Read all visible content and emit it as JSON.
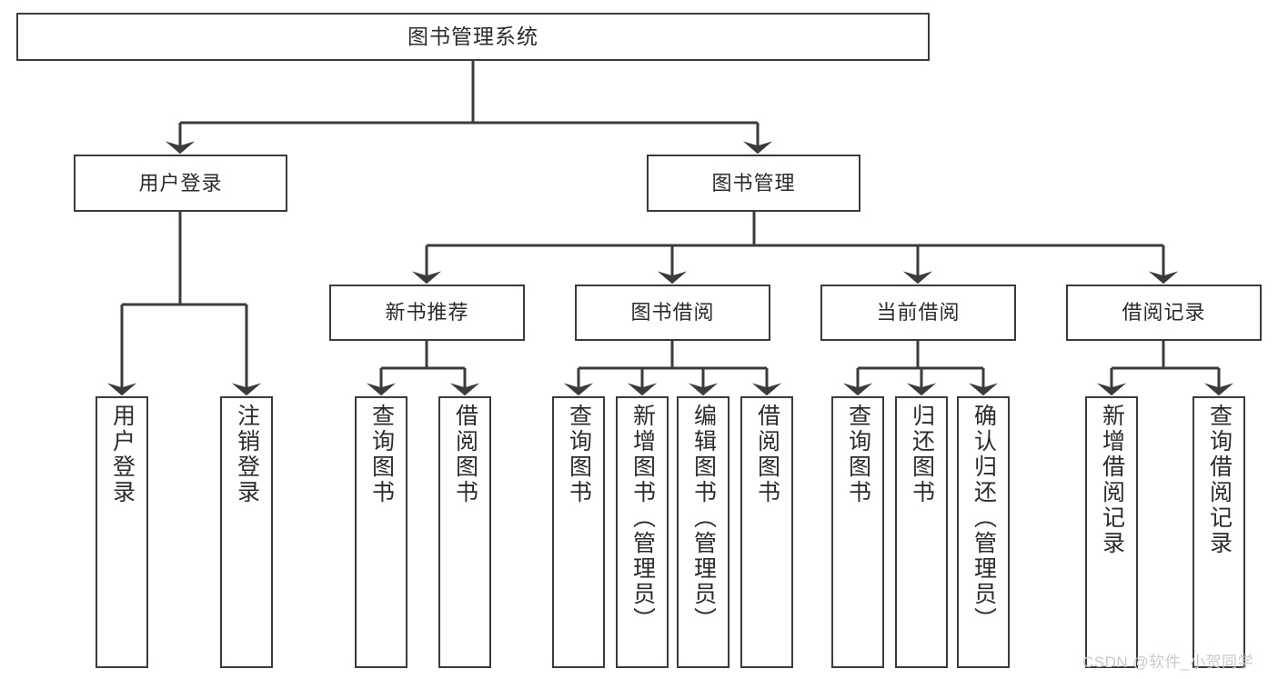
{
  "diagram": {
    "type": "tree-hierarchy",
    "title": "图书管理系统",
    "orientation": "top-down",
    "colors": {
      "node_border": "#3b3b3b",
      "node_fill": "#ffffff",
      "edge": "#3b3b3b",
      "text": "#2b2b2b",
      "watermark": "#c9c9c9",
      "background": "#ffffff"
    },
    "nodes": {
      "root": {
        "label": "图书管理系统"
      },
      "level2": [
        {
          "id": "user-login",
          "label": "用户登录"
        },
        {
          "id": "book-manage",
          "label": "图书管理"
        }
      ],
      "level3": [
        {
          "id": "new-book-recommend",
          "label": "新书推荐"
        },
        {
          "id": "book-borrow",
          "label": "图书借阅"
        },
        {
          "id": "current-borrow",
          "label": "当前借阅"
        },
        {
          "id": "borrow-record",
          "label": "借阅记录"
        }
      ],
      "leaves": {
        "user_login": [
          {
            "id": "leaf-user-login",
            "label": "用户登录"
          },
          {
            "id": "leaf-logout-login",
            "label": "注销登录"
          }
        ],
        "new_book_recommend": [
          {
            "id": "leaf-query-book-1",
            "label": "查询图书"
          },
          {
            "id": "leaf-borrow-book-1",
            "label": "借阅图书"
          }
        ],
        "book_borrow": [
          {
            "id": "leaf-query-book-2",
            "label": "查询图书"
          },
          {
            "id": "leaf-add-book",
            "label": "新增图书（管理员）"
          },
          {
            "id": "leaf-edit-book",
            "label": "编辑图书（管理员）"
          },
          {
            "id": "leaf-borrow-book-2",
            "label": "借阅图书"
          }
        ],
        "current_borrow": [
          {
            "id": "leaf-query-book-3",
            "label": "查询图书"
          },
          {
            "id": "leaf-return-book",
            "label": "归还图书"
          },
          {
            "id": "leaf-confirm-return",
            "label": "确认归还（管理员）"
          }
        ],
        "borrow_record": [
          {
            "id": "leaf-add-record",
            "label": "新增借阅记录"
          },
          {
            "id": "leaf-query-record",
            "label": "查询借阅记录"
          }
        ]
      }
    }
  },
  "watermark": {
    "text": "CSDN @软件_小贺同学"
  }
}
